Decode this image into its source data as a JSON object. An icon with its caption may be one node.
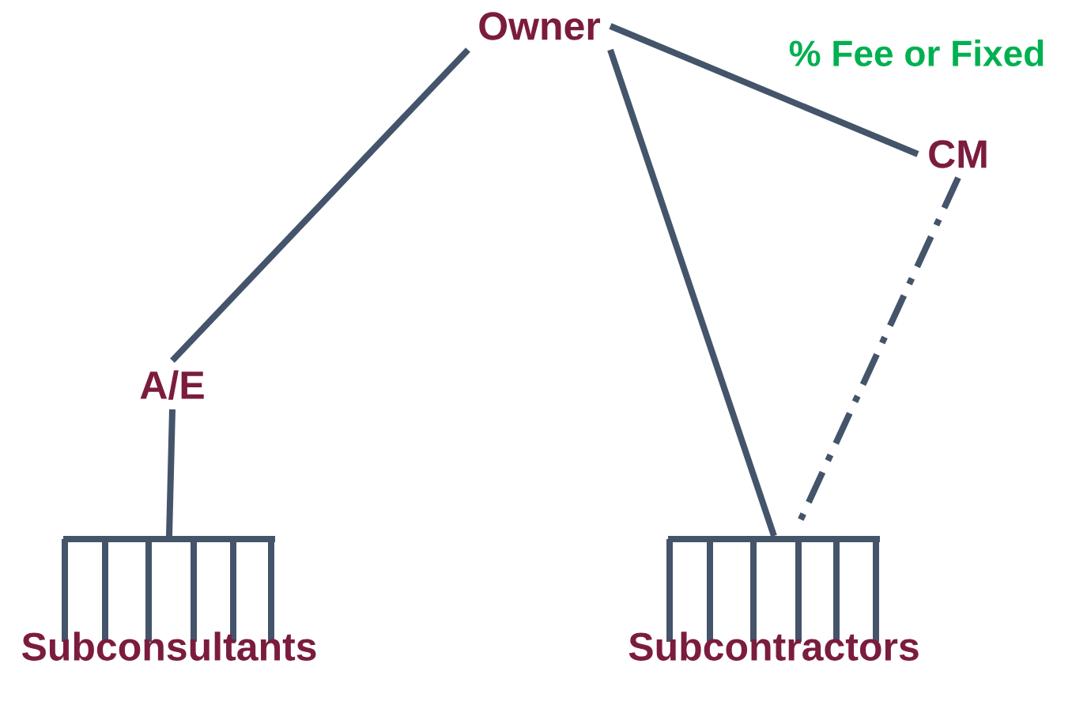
{
  "diagram": {
    "nodes": [
      {
        "text": [
          "Owner"
        ]
      },
      {
        "text": [
          "CM"
        ]
      },
      {
        "text": [
          "A/E"
        ]
      },
      {
        "text": [
          "Subconsultants"
        ]
      },
      {
        "text": [
          "Subcontractors"
        ]
      }
    ],
    "edges": [
      {
        "from": 0,
        "to": 2,
        "arrow": "none"
      },
      {
        "from": 0,
        "to": 4,
        "arrow": "none"
      },
      {
        "from": 0,
        "to": 1,
        "arrow": "none",
        "label": "% Fee or Fixed"
      },
      {
        "from": 1,
        "to": 4,
        "arrow": "none",
        "style": "dashed"
      },
      {
        "from": 2,
        "to": 3,
        "arrow": "none"
      }
    ]
  }
}
